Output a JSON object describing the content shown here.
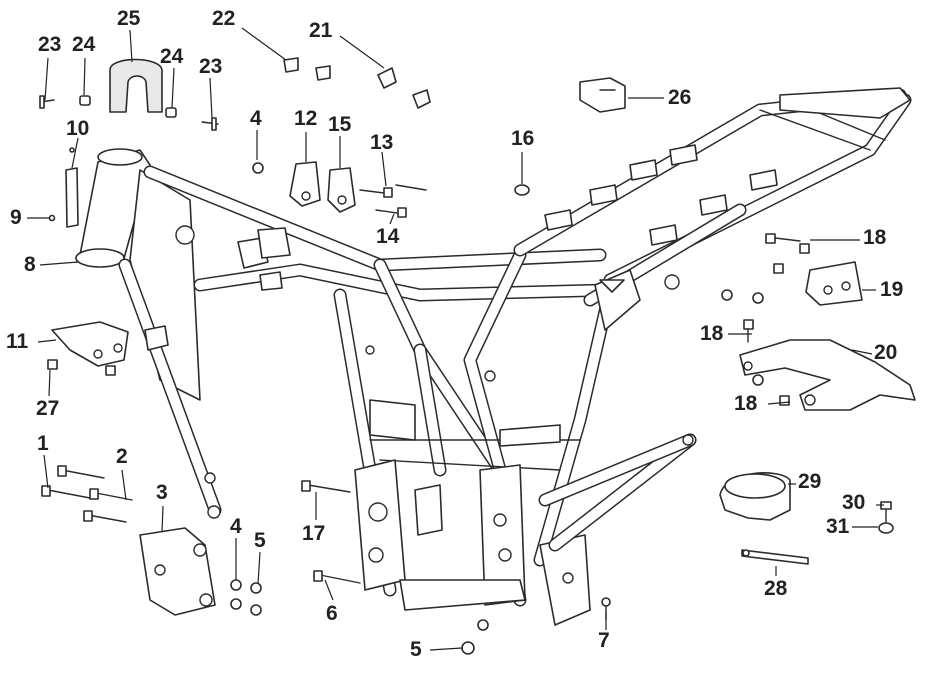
{
  "callouts": [
    "1",
    "2",
    "3",
    "4",
    "4",
    "5",
    "5",
    "6",
    "7",
    "8",
    "9",
    "10",
    "11",
    "12",
    "13",
    "14",
    "15",
    "16",
    "17",
    "18",
    "18",
    "18",
    "19",
    "20",
    "21",
    "22",
    "23",
    "23",
    "24",
    "24",
    "25",
    "26",
    "27",
    "28",
    "29",
    "30",
    "31"
  ],
  "colors": {
    "line": "#2b2b2b",
    "label": "#222222",
    "background": "#ffffff"
  }
}
